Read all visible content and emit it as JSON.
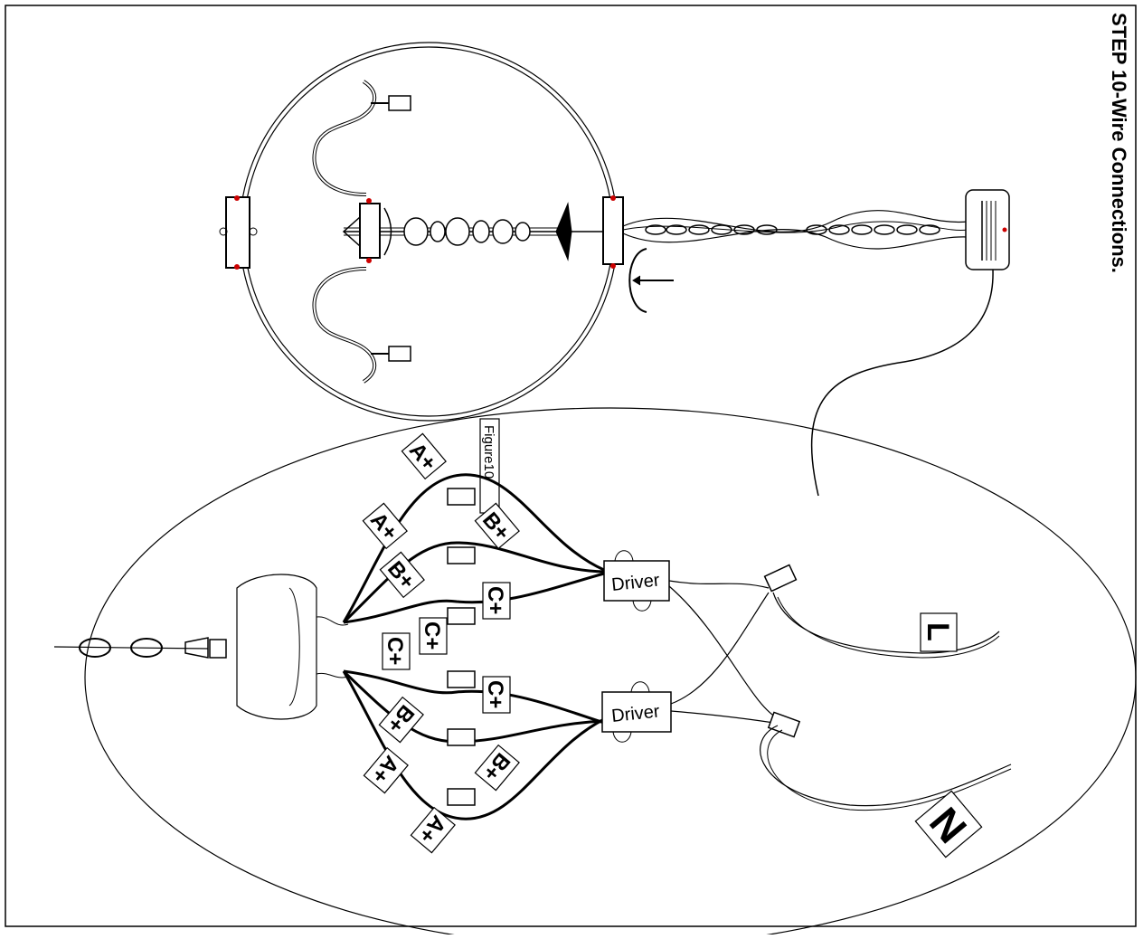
{
  "title": "STEP 10-Wire Connections.",
  "figure_label": "Figure10",
  "driver_labels": [
    "Driver",
    "Driver"
  ],
  "wire_labels": [
    "A+",
    "A+",
    "B+",
    "B+",
    "C+",
    "C+",
    "C+",
    "C+",
    "B+",
    "B+",
    "A+",
    "A+"
  ],
  "terminal_labels": {
    "live": "L",
    "neutral": "N"
  },
  "colors": {
    "line": "#000000",
    "marker": "#cc0000",
    "background": "#ffffff"
  }
}
